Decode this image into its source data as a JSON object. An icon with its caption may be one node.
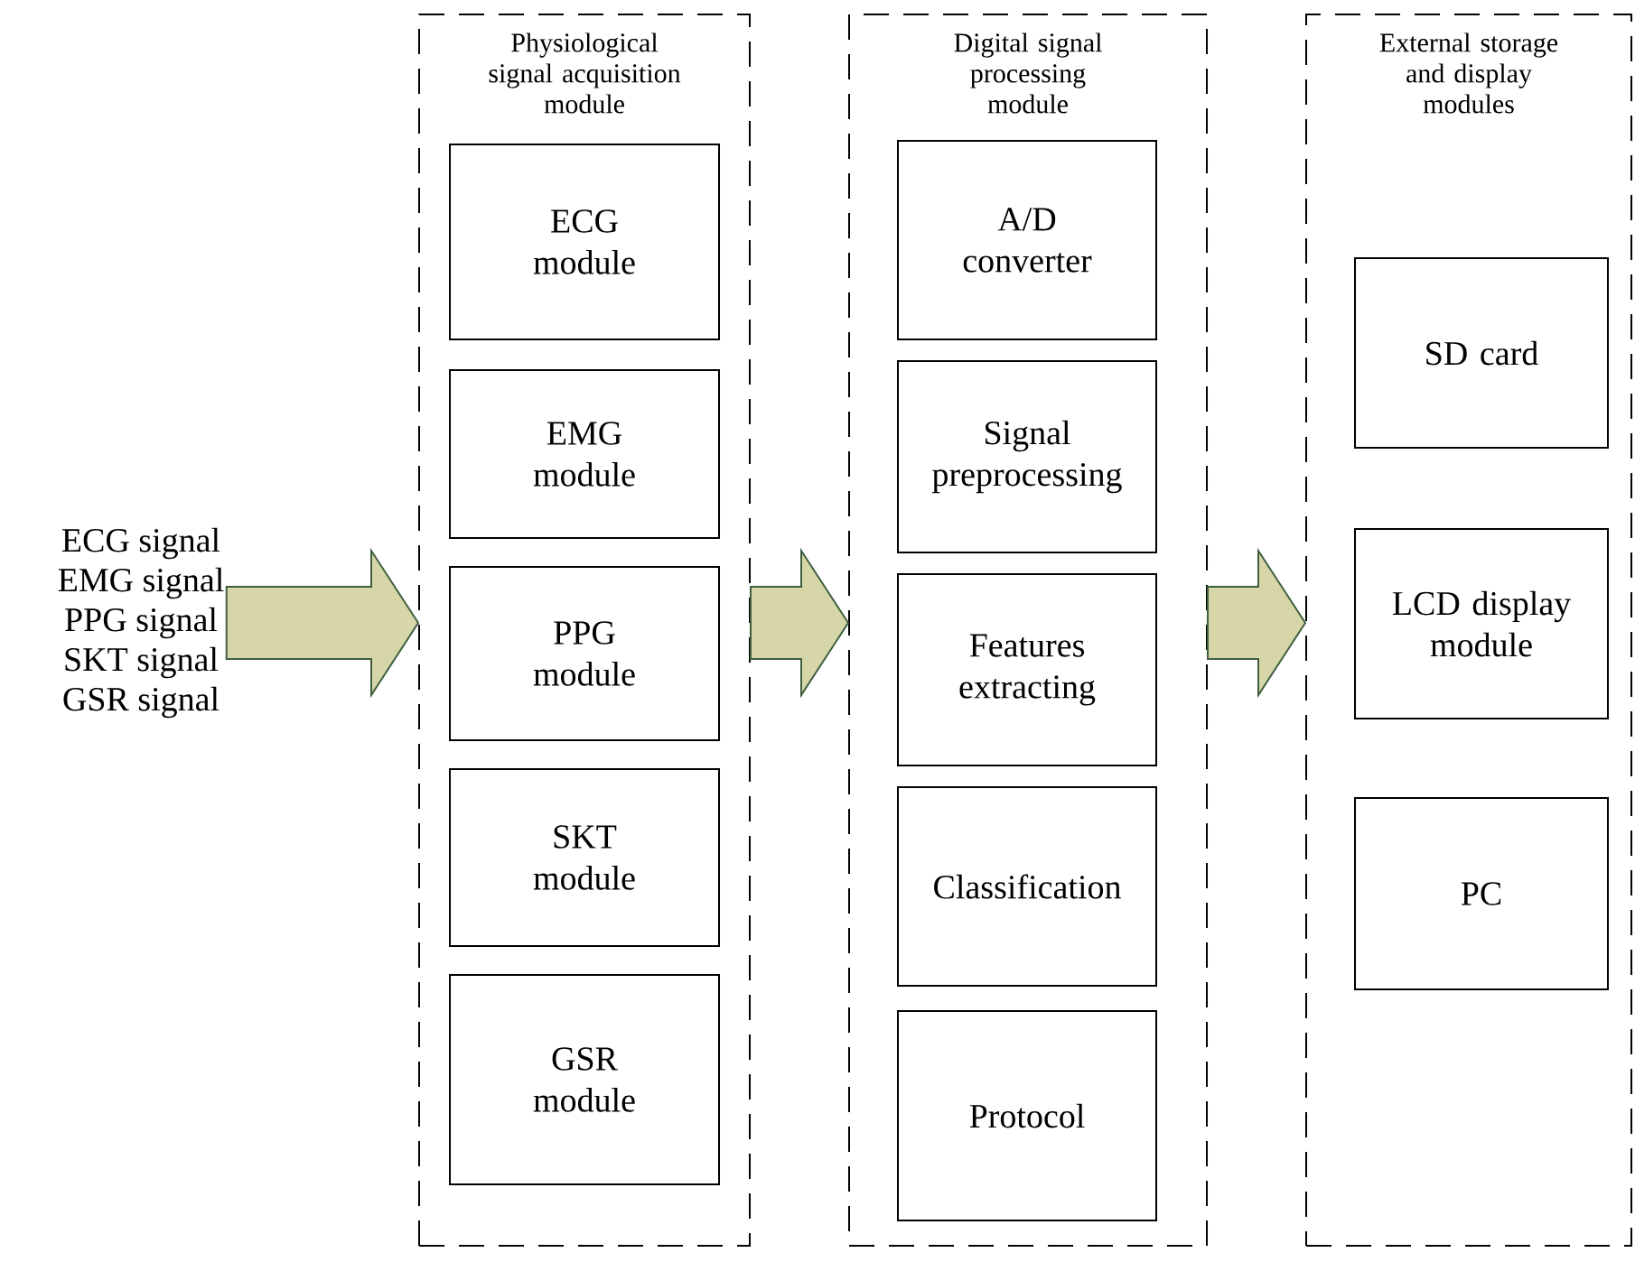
{
  "diagram": {
    "nodes": [
      {
        "text": [
          "ECG signal",
          "EMG signal",
          "PPG signal",
          "SKT signal",
          "GSR signal"
        ]
      },
      {
        "text": [
          "Physiological signal acquisition module"
        ]
      },
      {
        "text": [
          "ECG module"
        ],
        "in": 1
      },
      {
        "text": [
          "EMG module"
        ],
        "in": 1
      },
      {
        "text": [
          "PPG module"
        ],
        "in": 1
      },
      {
        "text": [
          "SKT module"
        ],
        "in": 1
      },
      {
        "text": [
          "GSR module"
        ],
        "in": 1
      },
      {
        "text": [
          "Digital signal processing module"
        ]
      },
      {
        "text": [
          "A/D converter"
        ],
        "in": 7
      },
      {
        "text": [
          "Signal preprocessing"
        ],
        "in": 7
      },
      {
        "text": [
          "Features extracting"
        ],
        "in": 7
      },
      {
        "text": [
          "Classification"
        ],
        "in": 7
      },
      {
        "text": [
          "Protocol"
        ],
        "in": 7
      },
      {
        "text": [
          "External storage and display modules"
        ]
      },
      {
        "text": [
          "SD card"
        ],
        "in": 13
      },
      {
        "text": [
          "LCD display module"
        ],
        "in": 13
      },
      {
        "text": [
          "PC"
        ],
        "in": 13
      }
    ],
    "edges": [
      {
        "from": 0,
        "to": 1,
        "arrow": "to"
      },
      {
        "from": 1,
        "to": 7,
        "arrow": "to"
      },
      {
        "from": 7,
        "to": 13,
        "arrow": "to"
      }
    ]
  }
}
